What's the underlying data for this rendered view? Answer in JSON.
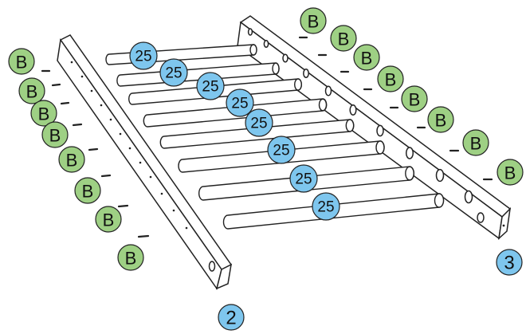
{
  "diagram": {
    "colors": {
      "part_callout_fill": "#7ec6ee",
      "hardware_callout_fill": "#9ed084",
      "outline": "#222222",
      "wood": "#ffffff"
    },
    "parts": [
      {
        "id": "left-rail",
        "label": "2"
      },
      {
        "id": "right-rail",
        "label": "3"
      }
    ],
    "dowel_label": "25",
    "hardware_label": "B",
    "dowel_callouts": [
      "25",
      "25",
      "25",
      "25",
      "25",
      "25",
      "25",
      "25"
    ],
    "left_hardware_callouts": [
      "B",
      "B",
      "B",
      "B",
      "B",
      "B",
      "B",
      "B"
    ],
    "right_hardware_callouts": [
      "B",
      "B",
      "B",
      "B",
      "B",
      "B",
      "B",
      "B"
    ]
  }
}
